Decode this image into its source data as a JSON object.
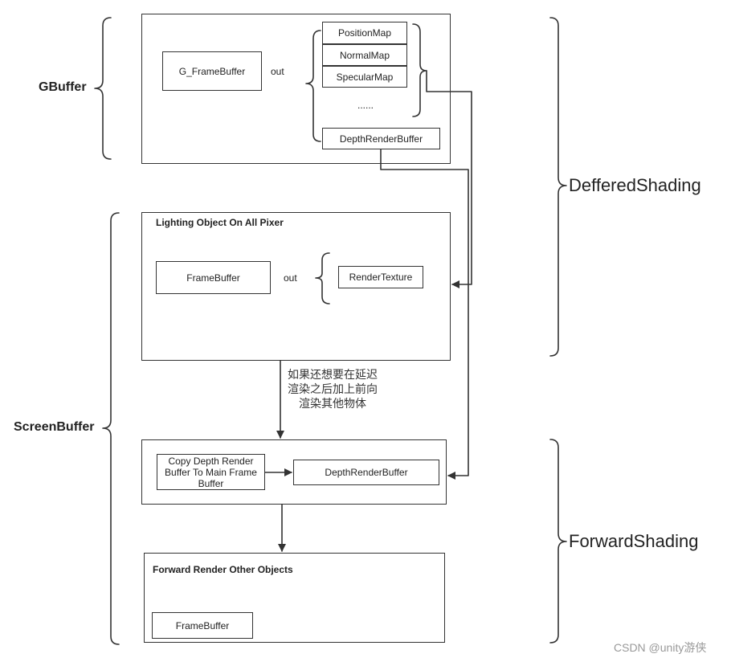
{
  "labels": {
    "gbuffer": "GBuffer",
    "screenbuffer": "ScreenBuffer",
    "deferred": "DefferedShading",
    "forward": "ForwardShading"
  },
  "gbuffer_box": {
    "framebuffer": "G_FrameBuffer",
    "out": "out",
    "outputs": [
      "PositionMap",
      "NormalMap",
      "SpecularMap"
    ],
    "ellipsis": "......",
    "depth": "DepthRenderBuffer"
  },
  "lighting_box": {
    "title": "Lighting Object On All Pixer",
    "framebuffer": "FrameBuffer",
    "out": "out",
    "output": "RenderTexture"
  },
  "note": "如果还想要在延迟渲染之后加上前向渲染其他物体",
  "copy_box": {
    "copy": "Copy Depth Render Buffer To Main Frame Buffer",
    "depth": "DepthRenderBuffer"
  },
  "forward_box": {
    "title": "Forward Render Other Objects",
    "framebuffer": "FrameBuffer"
  },
  "watermark": "CSDN @unity游侠",
  "colors": {
    "line": "#333333",
    "background": "#ffffff"
  }
}
